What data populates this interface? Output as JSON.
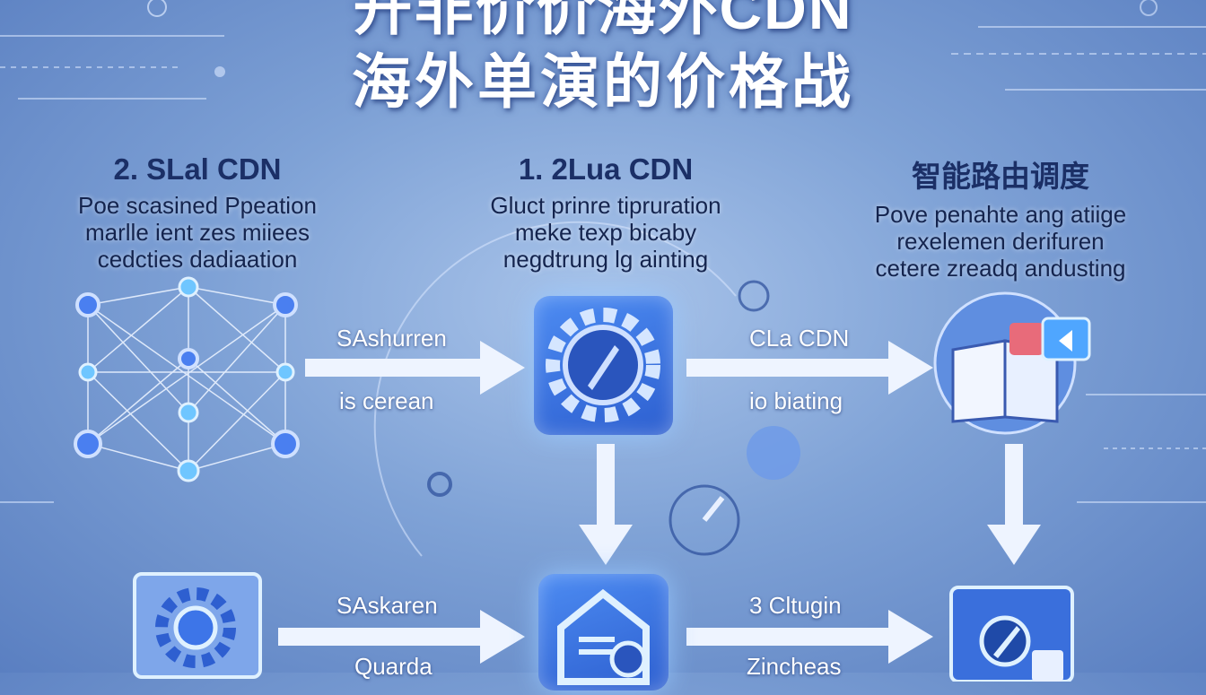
{
  "title": {
    "line1": "开非价价海外CDN",
    "line2": "海外单演的价格战"
  },
  "columns": [
    {
      "heading": "2. SLal CDN",
      "lines": [
        "Poe scasined Ppeation",
        "marlle ient zes miiees",
        "cedcties dadiaation"
      ]
    },
    {
      "heading": "1. 2Lua CDN",
      "lines": [
        "Gluct prinre tipruration",
        "meke texp bicaby",
        "negdtrung lg ainting"
      ]
    },
    {
      "heading": "智能路由调度",
      "lines": [
        "Pove  penahte ang atiige",
        "rexelemen derifuren",
        "cetere zreadq andusting"
      ]
    }
  ],
  "arrow_labels": {
    "top_left_upper": "SAshurren",
    "top_left_lower": "is cerean",
    "top_right_upper": "CLa CDN",
    "top_right_lower": "io biating",
    "bottom_left_upper": "SAskaren",
    "bottom_left_lower": "Quarda",
    "bottom_right_upper": "3 Cltugin",
    "bottom_right_lower": "Zincheas"
  },
  "colors": {
    "background": "#7fa2d6",
    "tile": "#3b74e6",
    "node": "#4a7ff0",
    "arrow": "#eef4ff"
  },
  "icons": [
    "network-graph-icon",
    "gear-compass-icon",
    "book-monitor-icon",
    "gear-frame-icon",
    "house-shield-icon",
    "monitor-compass-icon"
  ]
}
